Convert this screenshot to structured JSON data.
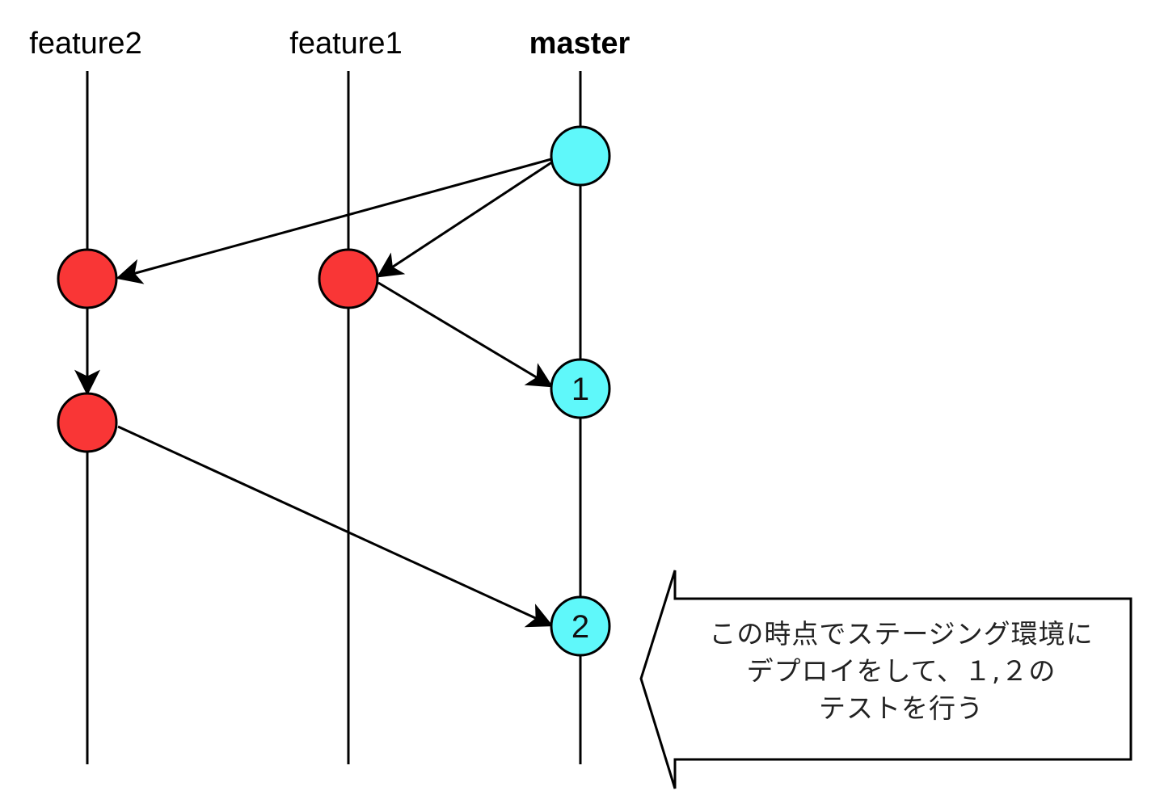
{
  "diagram": {
    "type": "git-branch-flow",
    "branches": [
      {
        "id": "feature2",
        "label": "feature2",
        "bold": false
      },
      {
        "id": "feature1",
        "label": "feature1",
        "bold": false
      },
      {
        "id": "master",
        "label": "master",
        "bold": true
      }
    ],
    "nodes": [
      {
        "id": "m0",
        "branch": "master",
        "label": "",
        "color": "#5ff8fa"
      },
      {
        "id": "f2a",
        "branch": "feature2",
        "label": "",
        "color": "#f93636"
      },
      {
        "id": "f1a",
        "branch": "feature1",
        "label": "",
        "color": "#f93636"
      },
      {
        "id": "f2b",
        "branch": "feature2",
        "label": "",
        "color": "#f93636"
      },
      {
        "id": "m1",
        "branch": "master",
        "label": "1",
        "color": "#5ff8fa"
      },
      {
        "id": "m2",
        "branch": "master",
        "label": "2",
        "color": "#5ff8fa"
      }
    ],
    "edges": [
      {
        "from": "m0",
        "to": "f2a"
      },
      {
        "from": "m0",
        "to": "f1a"
      },
      {
        "from": "f1a",
        "to": "m1"
      },
      {
        "from": "f2a",
        "to": "f2b"
      },
      {
        "from": "f2b",
        "to": "m2"
      }
    ],
    "callout": {
      "text": "この時点でステージング環境に\nデプロイをして、１,２の\nテストを行う",
      "points_to": "m2"
    }
  }
}
